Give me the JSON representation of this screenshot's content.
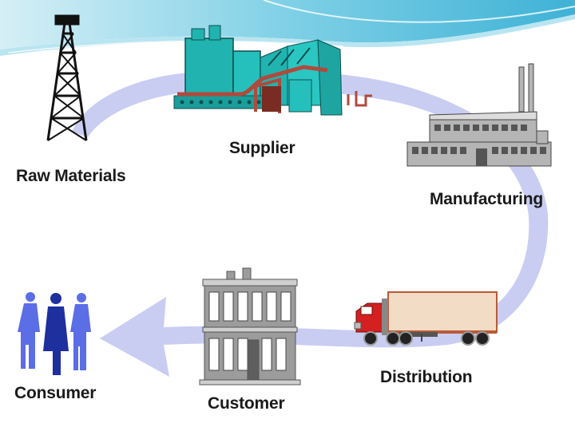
{
  "diagram": {
    "stages": [
      {
        "id": "raw",
        "label": "Raw Materials",
        "icon": "oil-derrick-icon"
      },
      {
        "id": "supplier",
        "label": "Supplier",
        "icon": "power-plant-icon"
      },
      {
        "id": "manufacturing",
        "label": "Manufacturing",
        "icon": "factory-icon"
      },
      {
        "id": "distribution",
        "label": "Distribution",
        "icon": "truck-icon"
      },
      {
        "id": "customer",
        "label": "Customer",
        "icon": "store-building-icon"
      },
      {
        "id": "consumer",
        "label": "Consumer",
        "icon": "people-icon"
      }
    ],
    "colors": {
      "arrow": "#c9cdf2",
      "header_wave": "#5ec2dc",
      "plant": "#21b3b0",
      "pipe": "#b04a3c",
      "factory": "#b5b5b5",
      "truck_cab": "#d42020",
      "trailer": "#f3dcc5",
      "building": "#9c9c9c",
      "people": "#5b6ee6"
    }
  }
}
